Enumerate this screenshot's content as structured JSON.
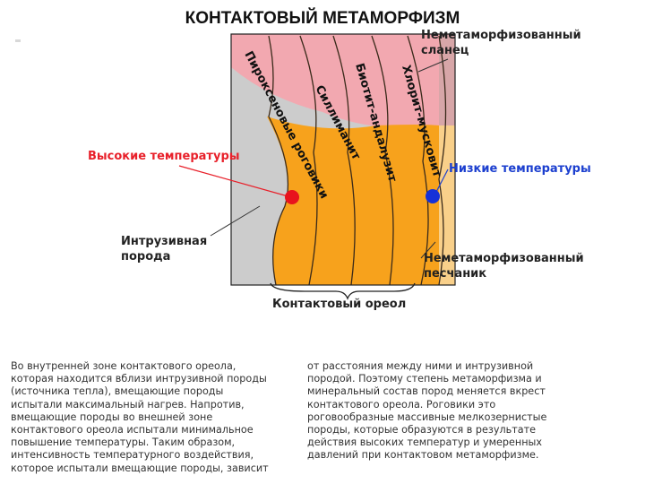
{
  "title": "КОНТАКТОВЫЙ МЕТАМОРФИЗМ",
  "labels": {
    "unmetamorphosed_slate": "Неметаморфизованный\nсланец",
    "pyroxene_hornfels": "Пироксеновые роговики",
    "sillimanite": "Силлиманит",
    "biotite_andalusite": "Биотит-андалузит",
    "chlorite_muscovite": "Хлорит-мусковит",
    "high_temperatures": "Высокие температуры",
    "low_temperatures": "Низкие температуры",
    "intrusive_rock": "Интрузивная\nпорода",
    "unmetamorphosed_sandstone": "Неметаморфизованный\nпесчаник",
    "contact_aureole": "Контактовый ореол"
  },
  "colors": {
    "intrusion": "#cccccc",
    "hornfels_pink": "#f2a8b0",
    "slate": "#d7a6a8",
    "aureole_orange": "#f7a21c",
    "sandstone": "#f9d08a",
    "hot_dot": "#e8131d",
    "cold_dot": "#1531d8"
  },
  "text": {
    "left": "Во внутренней зоне контактового ореола,\nкоторая находится вблизи интрузивной породы\n(источника тепла), вмещающие породы\nиспытали максимальный нагрев. Напротив,\nвмещающие породы во внешней зоне\nконтактового ореола испытали минимальное\nповышение температуры. Таким образом,\nинтенсивность температурного воздействия,\nкоторое испытали вмещающие породы, зависит",
    "right": "от расстояния между ними и интрузивной\nпородой. Поэтому степень метаморфизма и\nминеральный состав пород меняется вкрест\nконтактового ореола. Роговики это\nроговообразные массивные мелкозернистые\nпороды, которые образуются в результате\nдействия высоких температур и умеренных\nдавлений при контактовом метаморфизме."
  }
}
